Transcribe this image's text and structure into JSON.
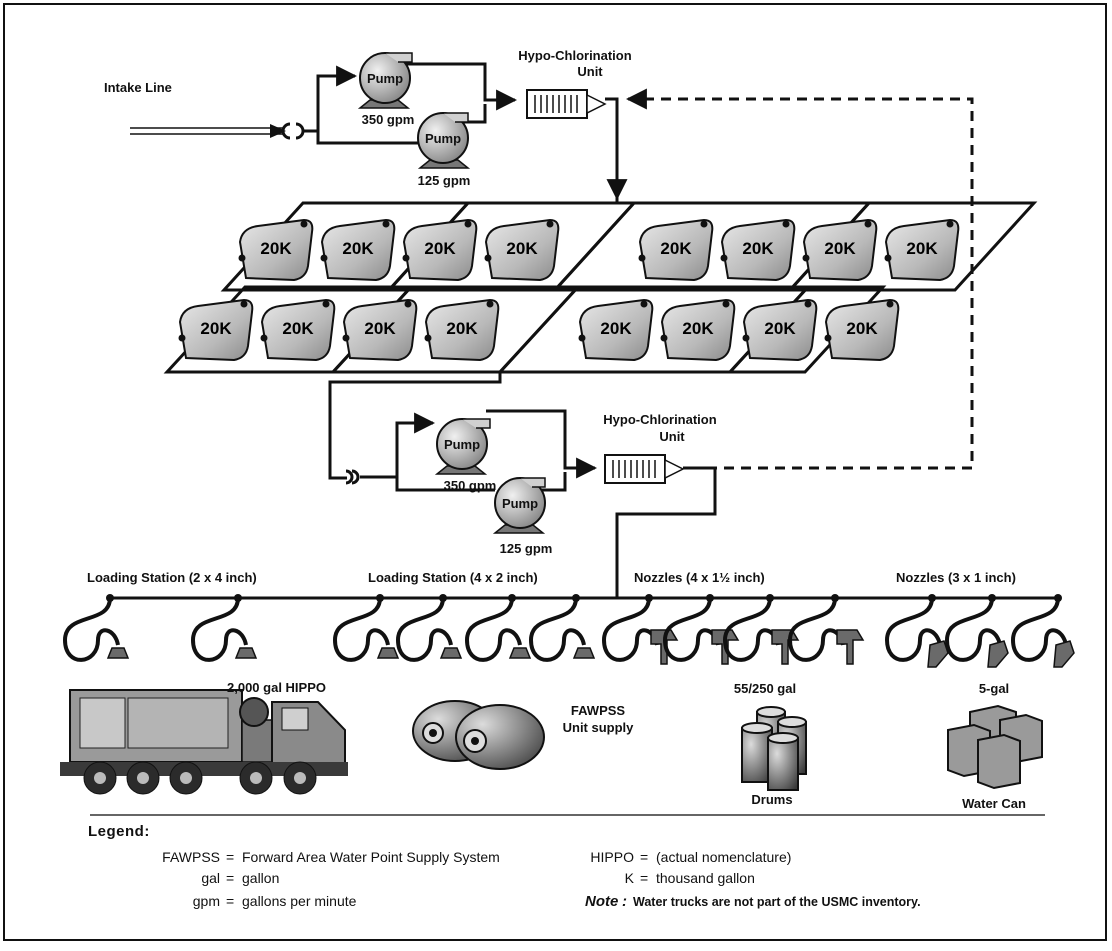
{
  "labels": {
    "intake_line": "Intake Line",
    "hypo_unit_top_1": "Hypo-Chlorination",
    "hypo_unit_top_2": "Unit",
    "hypo_unit_mid_1": "Hypo-Chlorination",
    "hypo_unit_mid_2": "Unit",
    "pump": "Pump",
    "pump_350": "350 gpm",
    "pump_125": "125 gpm",
    "tank": "20K",
    "loading_station_a": "Loading Station (2 x 4 inch)",
    "loading_station_b": "Loading Station (4 x 2 inch)",
    "nozzles_a": "Nozzles (4 x 1½  inch)",
    "nozzles_b": "Nozzles (3 x 1 inch)",
    "hippo": "2,000 gal HIPPO",
    "fawpss_1": "FAWPSS",
    "fawpss_2": "Unit supply",
    "drums_cap": "55/250 gal",
    "drums": "Drums",
    "can_cap": "5-gal",
    "water_can": "Water Can"
  },
  "legend": {
    "title": "Legend:",
    "items": [
      {
        "abbr": "FAWPSS",
        "def": "Forward Area Water Point Supply System"
      },
      {
        "abbr": "gal",
        "def": "gallon"
      },
      {
        "abbr": "gpm",
        "def": "gallons per minute"
      },
      {
        "abbr": "HIPPO",
        "def": "(actual nomenclature)"
      },
      {
        "abbr": "K",
        "def": "thousand gallon"
      }
    ],
    "note_label": "Note",
    "note_text": "Water trucks are not part of the USMC inventory."
  },
  "colors": {
    "line": "#111111",
    "tank_fill": "#bdbdbd",
    "pump_fill": "#a8a8a8",
    "equipment_fill": "#8c8c8c"
  }
}
